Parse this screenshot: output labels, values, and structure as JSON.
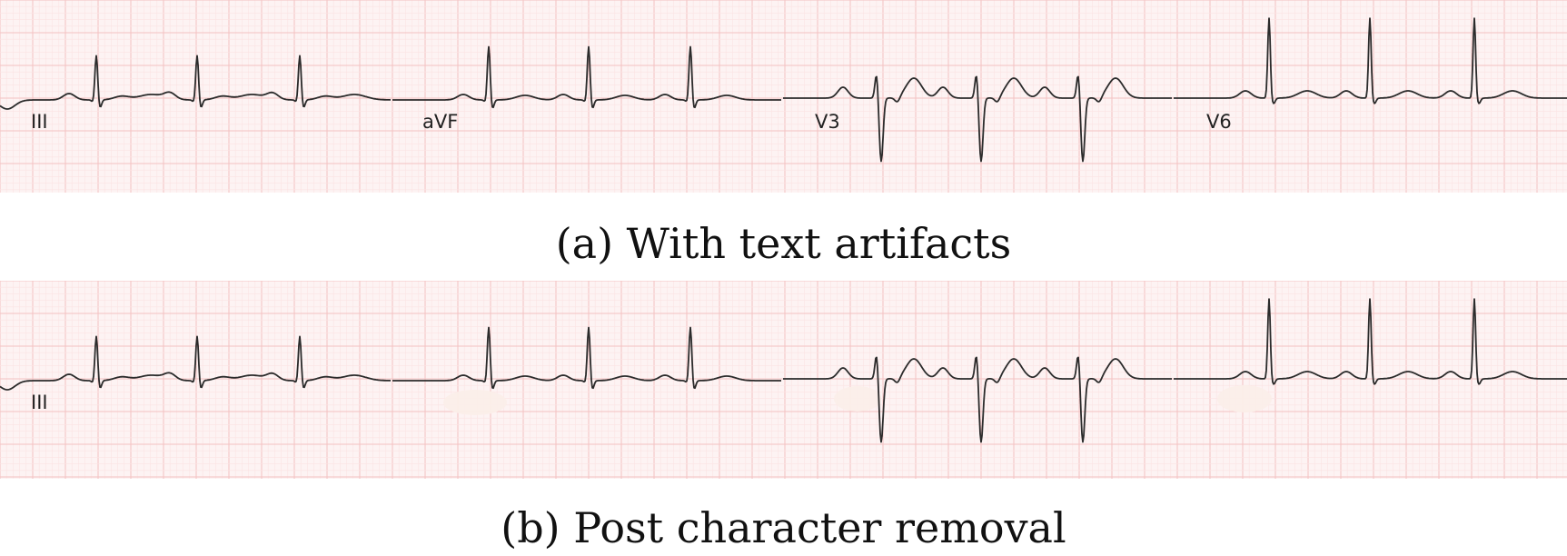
{
  "panels": [
    {
      "caption": "(a) With text artifacts",
      "lead_labels": [
        "III",
        "aVF",
        "V3",
        "V6"
      ],
      "text_removed": false
    },
    {
      "caption": "(b) Post character removal",
      "lead_labels": [
        "III"
      ],
      "text_removed": true
    }
  ],
  "colors": {
    "grid_major": "#f3c2c2",
    "grid_minor": "#fbe3e3",
    "paper": "#fdf3f3",
    "trace": "#2b2b2b"
  }
}
